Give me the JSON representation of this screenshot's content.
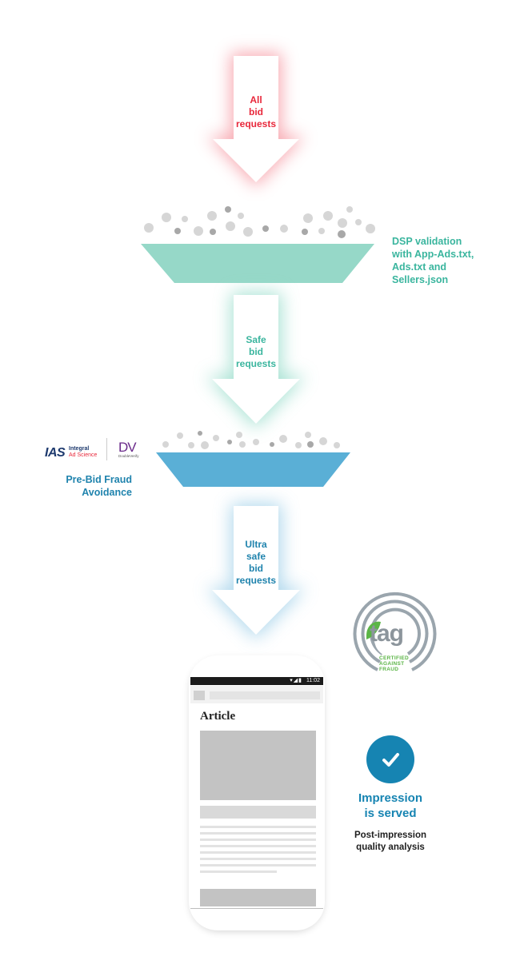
{
  "arrows": {
    "top": {
      "lines": [
        "All",
        "bid",
        "requests"
      ],
      "color": "#e8283b",
      "glow": "#f25b6b"
    },
    "middle": {
      "lines": [
        "Safe",
        "bid",
        "requests"
      ],
      "color": "#3ab59e",
      "glow": "#72cdb9"
    },
    "bottom": {
      "lines": [
        "Ultra",
        "safe",
        "bid",
        "requests"
      ],
      "color": "#1f83ad",
      "glow": "#7dbfdc"
    }
  },
  "filters": {
    "dsp": {
      "label_lines": [
        "DSP validation",
        "with App-Ads.txt,",
        "Ads.txt and",
        "Sellers.json"
      ],
      "color": "#8fd6c5",
      "label_color": "#3ab59e"
    },
    "prebid": {
      "label_lines": [
        "Pre-Bid Fraud",
        "Avoidance"
      ],
      "color": "#5aafd6",
      "label_color": "#1f83ad"
    }
  },
  "logos": {
    "ias": {
      "mark": "IAS",
      "line1": "Integral",
      "line2": "Ad Science",
      "color": "#e8283b"
    },
    "dv": {
      "mark": "DV",
      "sub": "DoubleVerify",
      "color": "#6a2a8a"
    },
    "tag": {
      "word": "tag",
      "caption_lines": [
        "CERTIFIED",
        "AGAINST",
        "FRAUD"
      ],
      "color": "#5bb546",
      "ring_color": "#9aa5ad"
    }
  },
  "phone": {
    "status_time": "11:02",
    "status_icons": "▾◢▮",
    "article_title": "Article"
  },
  "result": {
    "icon": "check-icon",
    "title_lines": [
      "Impression",
      "is served"
    ],
    "subtitle_lines": [
      "Post-impression",
      "quality analysis"
    ],
    "color": "#1684b2"
  }
}
